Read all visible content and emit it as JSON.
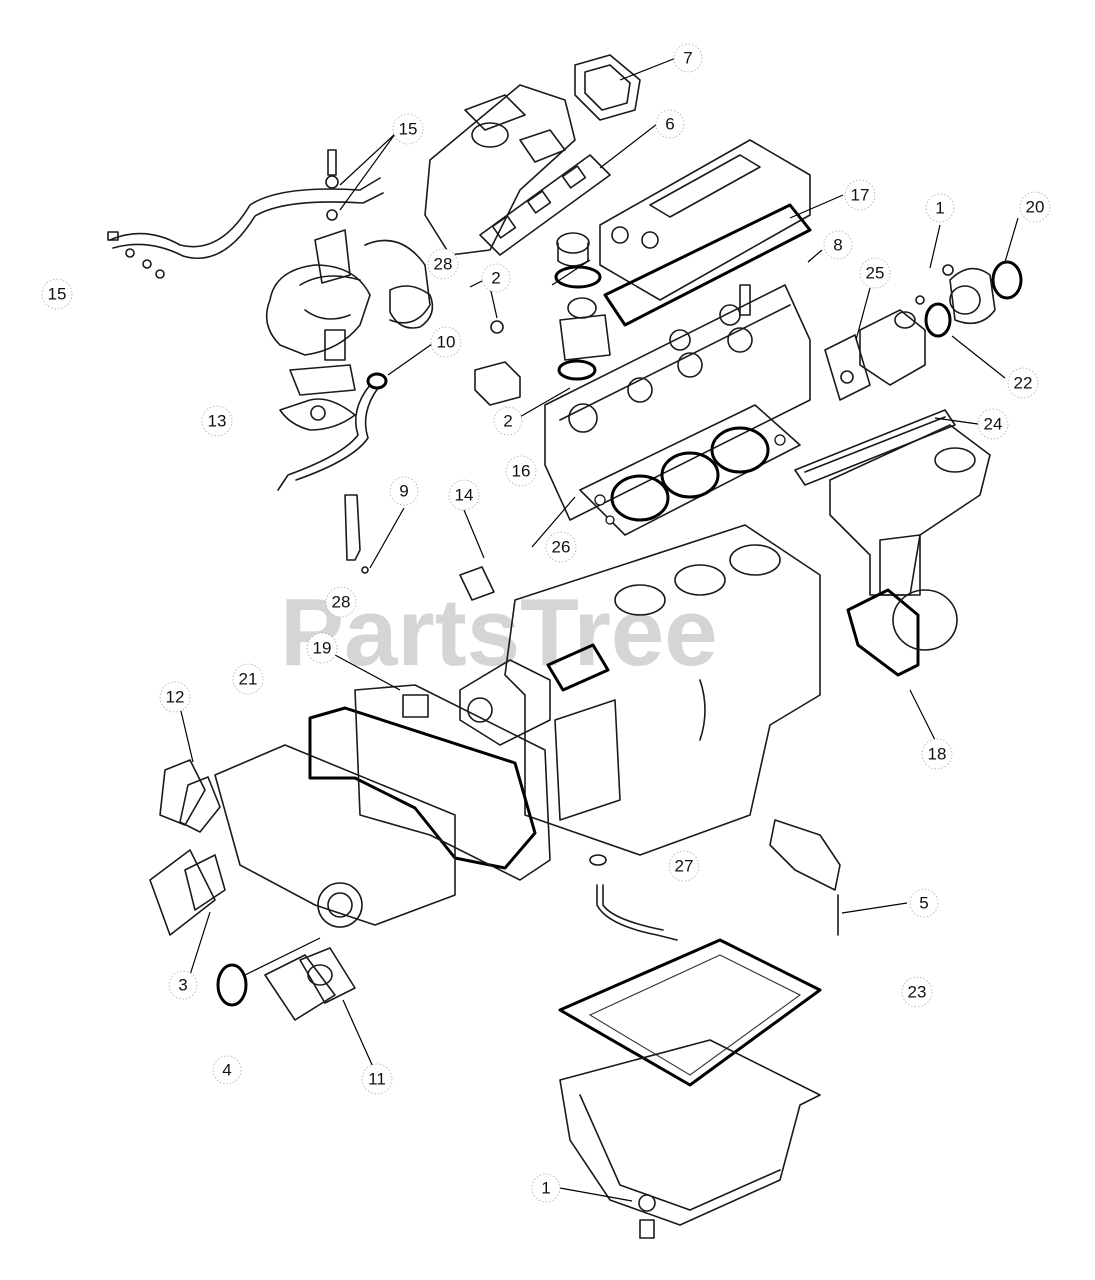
{
  "watermark": "PartsTree",
  "callouts": [
    "7",
    "6",
    "15",
    "1",
    "20",
    "17",
    "8",
    "28",
    "2",
    "25",
    "15",
    "10",
    "13",
    "2",
    "22",
    "24",
    "16",
    "9",
    "14",
    "26",
    "28",
    "19",
    "21",
    "12",
    "18",
    "27",
    "5",
    "3",
    "23",
    "4",
    "11",
    "1"
  ]
}
